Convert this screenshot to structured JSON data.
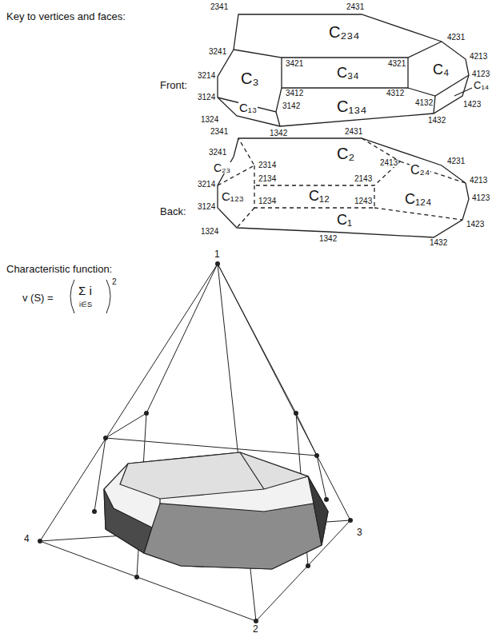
{
  "diagram": {
    "labels": [
      "Key to vertices and faces:",
      "Front:",
      "2341",
      "2431",
      "3241",
      "3421",
      "4321",
      "4231",
      "3214",
      "4213",
      "4123",
      "3412",
      "4312",
      "3124",
      "3142",
      "4132",
      "1324",
      "1423",
      "1342",
      "1432",
      "C₂₃₄",
      "C₃",
      "C₃₄",
      "C₄",
      "C₁₄",
      "C₁₃",
      "C₁₃₄",
      "Back:",
      "2341",
      "2431",
      "3241",
      "2314",
      "2413",
      "4231",
      "3214",
      "2134",
      "2143",
      "4213",
      "3124",
      "4123",
      "1234",
      "1243",
      "1324",
      "1423",
      "1342",
      "1432",
      "C₂₃",
      "C₂",
      "C₂₄",
      "C₁₂₃",
      "C₁₂",
      "C₁₂₄",
      "C₁",
      "Characteristic function:",
      "v (S) =",
      "Σ i",
      "i∈S",
      "2",
      "1",
      "4",
      "3",
      "2"
    ]
  }
}
